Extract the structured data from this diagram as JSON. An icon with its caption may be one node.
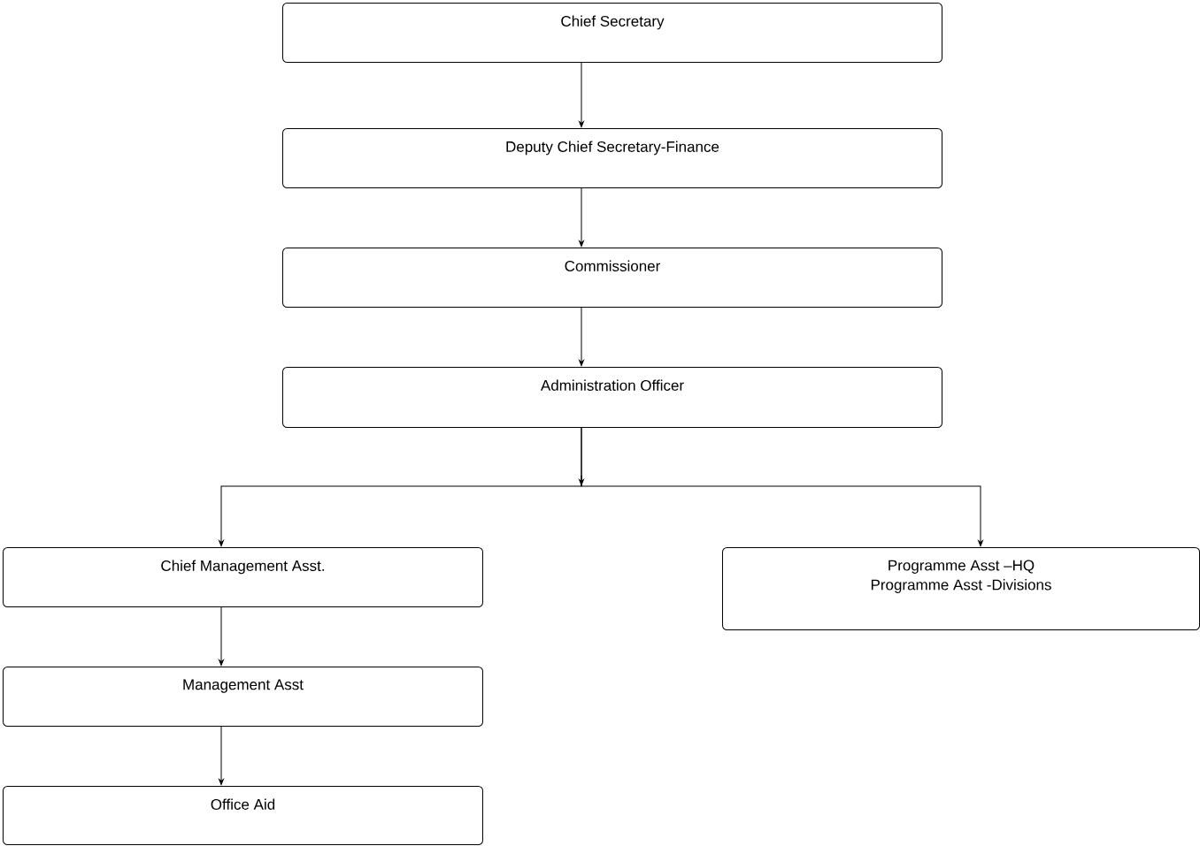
{
  "diagram": {
    "nodes": [
      {
        "text": [
          "Chief Secretary"
        ]
      },
      {
        "text": [
          "Deputy Chief Secretary-Finance"
        ]
      },
      {
        "text": [
          "Commissioner"
        ]
      },
      {
        "text": [
          "Administration Officer"
        ]
      },
      {
        "text": [
          "Chief Management Asst."
        ]
      },
      {
        "text": [
          "Programme Asst –HQ",
          "Programme Asst -Divisions"
        ]
      },
      {
        "text": [
          "Management Asst"
        ]
      },
      {
        "text": [
          "Office Aid"
        ]
      }
    ],
    "edges": [
      {
        "from": 0,
        "to": 1,
        "arrow": "to"
      },
      {
        "from": 1,
        "to": 2,
        "arrow": "to"
      },
      {
        "from": 2,
        "to": 3,
        "arrow": "to"
      },
      {
        "from": 3,
        "to": 4,
        "arrow": "to"
      },
      {
        "from": 3,
        "to": 5,
        "arrow": "to"
      },
      {
        "from": 4,
        "to": 6,
        "arrow": "to"
      },
      {
        "from": 6,
        "to": 7,
        "arrow": "to"
      }
    ]
  }
}
